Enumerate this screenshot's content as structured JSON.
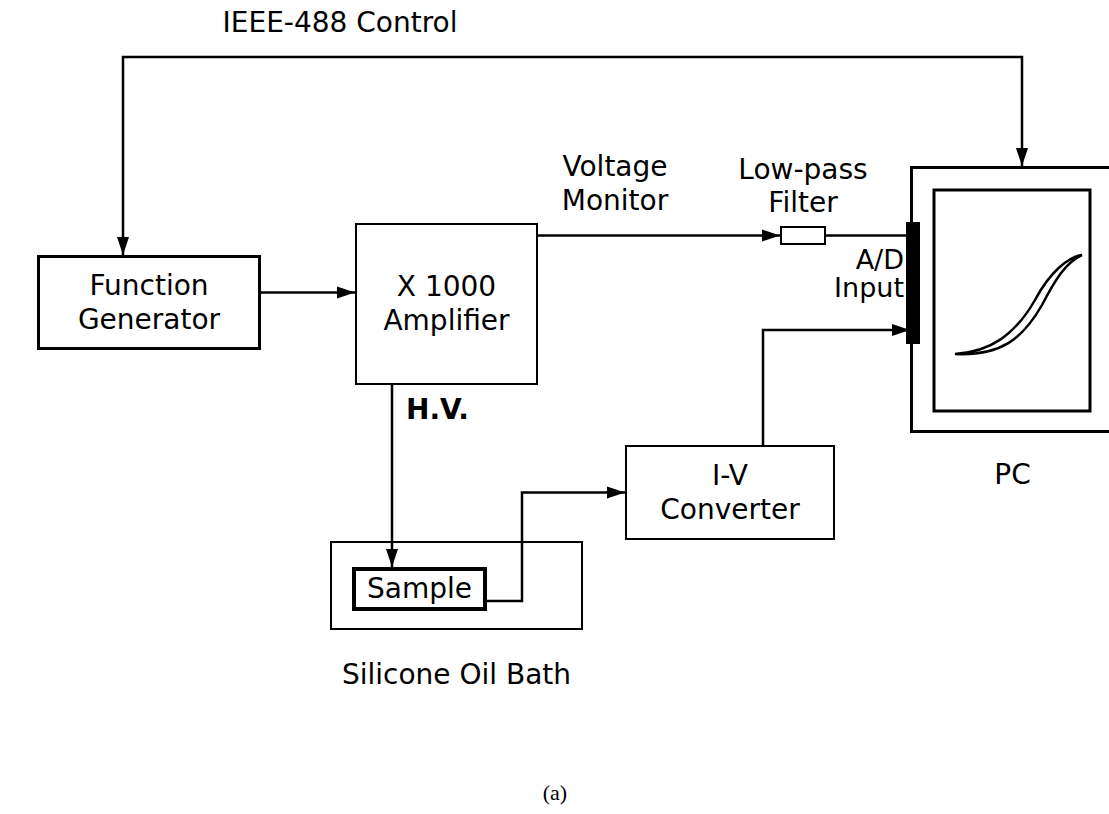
{
  "diagram": {
    "caption": "(a)",
    "nodes": [
      {
        "text": [
          "Function Generator"
        ]
      },
      {
        "text": [
          "X 1000 Amplifier"
        ]
      },
      {
        "text": [
          "Low-pass Filter"
        ]
      },
      {
        "text": [
          "PC"
        ]
      },
      {
        "text": [
          "Silicone Oil Bath"
        ]
      },
      {
        "text": [
          "Sample"
        ],
        "in": 4
      },
      {
        "text": [
          "I-V Converter"
        ]
      }
    ],
    "edges": [
      {
        "from": 0,
        "to": 1,
        "arrow": "to"
      },
      {
        "from": 1,
        "to": 2,
        "label": "Voltage Monitor",
        "arrow": "to"
      },
      {
        "from": 2,
        "to": 3,
        "arrow": "none"
      },
      {
        "from": 1,
        "to": 5,
        "label": "H.V.",
        "arrow": "to"
      },
      {
        "from": 5,
        "to": 6,
        "arrow": "to"
      },
      {
        "from": 6,
        "to": 3,
        "arrow": "to"
      },
      {
        "from": 3,
        "to": 0,
        "label": "IEEE-488 Control",
        "arrow": "both"
      }
    ],
    "labels": [
      "A/D Input"
    ]
  }
}
